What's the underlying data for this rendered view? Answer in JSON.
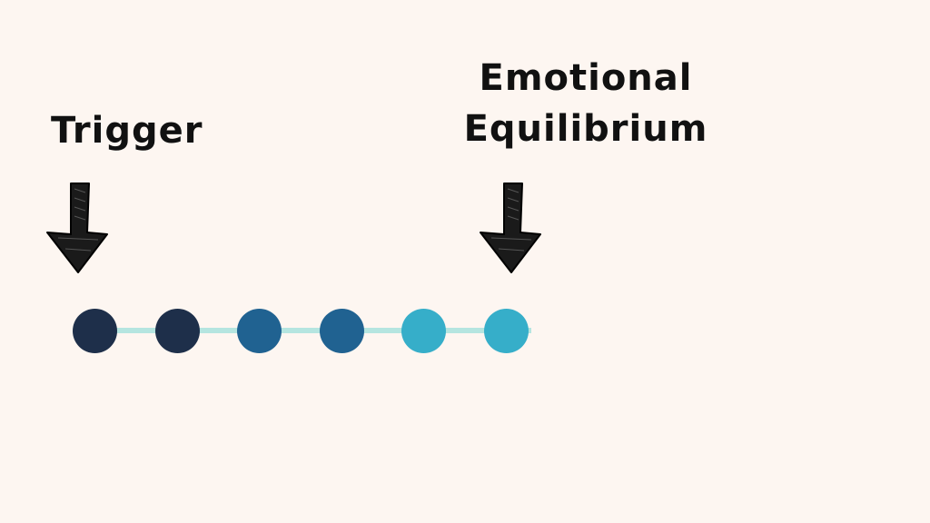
{
  "labels": {
    "trigger": "Trigger",
    "equilibrium_line1": "Emotional",
    "equilibrium_line2": "Equilibrium"
  },
  "line_color": "#b5e5e0",
  "steps": [
    {
      "color": "#1e2f4a"
    },
    {
      "color": "#1e2f4a"
    },
    {
      "color": "#206291"
    },
    {
      "color": "#206291"
    },
    {
      "color": "#36aec9"
    },
    {
      "color": "#36aec9"
    }
  ]
}
